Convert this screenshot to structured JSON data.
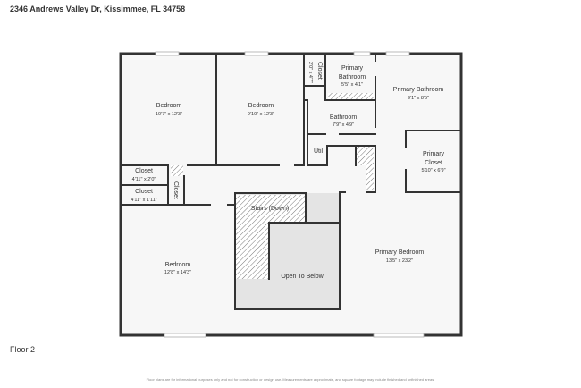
{
  "header": {
    "address": "2346 Andrews Valley Dr, Kissimmee, FL 34758"
  },
  "floor_label": "Floor 2",
  "disclaimer": "Floor plans are for informational purposes only and not for construction or design use. Measurements are approximate, and square footage may include finished and unfinished areas.",
  "rooms": {
    "bedroom_1": {
      "name": "Bedroom",
      "dims": "10'7\" x 12'3\""
    },
    "bedroom_2": {
      "name": "Bedroom",
      "dims": "9'10\" x 12'3\""
    },
    "closet_vertical": {
      "name": "Closet",
      "dims": "2'0\" x 4'7\""
    },
    "primary_bathroom_small": {
      "name": "Primary",
      "name2": "Bathroom",
      "dims": "5'5\" x 4'1\""
    },
    "primary_bathroom": {
      "name": "Primary Bathroom",
      "dims": "9'1\" x 8'5\""
    },
    "bathroom": {
      "name": "Bathroom",
      "dims": "7'9\" x 4'9\""
    },
    "util": {
      "name": "Util"
    },
    "primary_closet": {
      "name": "Primary",
      "name2": "Closet",
      "dims": "5'10\" x 6'9\""
    },
    "closet_1": {
      "name": "Closet",
      "dims": "4'11\" x 2'0\""
    },
    "closet_2": {
      "name": "Closet",
      "dims": "4'11\" x 1'11\""
    },
    "closet_small_vertical": {
      "name": "Closet"
    },
    "stairs": {
      "name": "Stairs (Down)"
    },
    "open_to_below": {
      "name": "Open To Below"
    },
    "bedroom_3": {
      "name": "Bedroom",
      "dims": "12'8\" x 14'3\""
    },
    "primary_bedroom": {
      "name": "Primary Bedroom",
      "dims": "13'5\" x 23'2\""
    }
  },
  "colors": {
    "wall": "#333333",
    "floor": "#f7f7f7",
    "open_area": "#e4e4e4",
    "window": "#bbbbbb"
  }
}
